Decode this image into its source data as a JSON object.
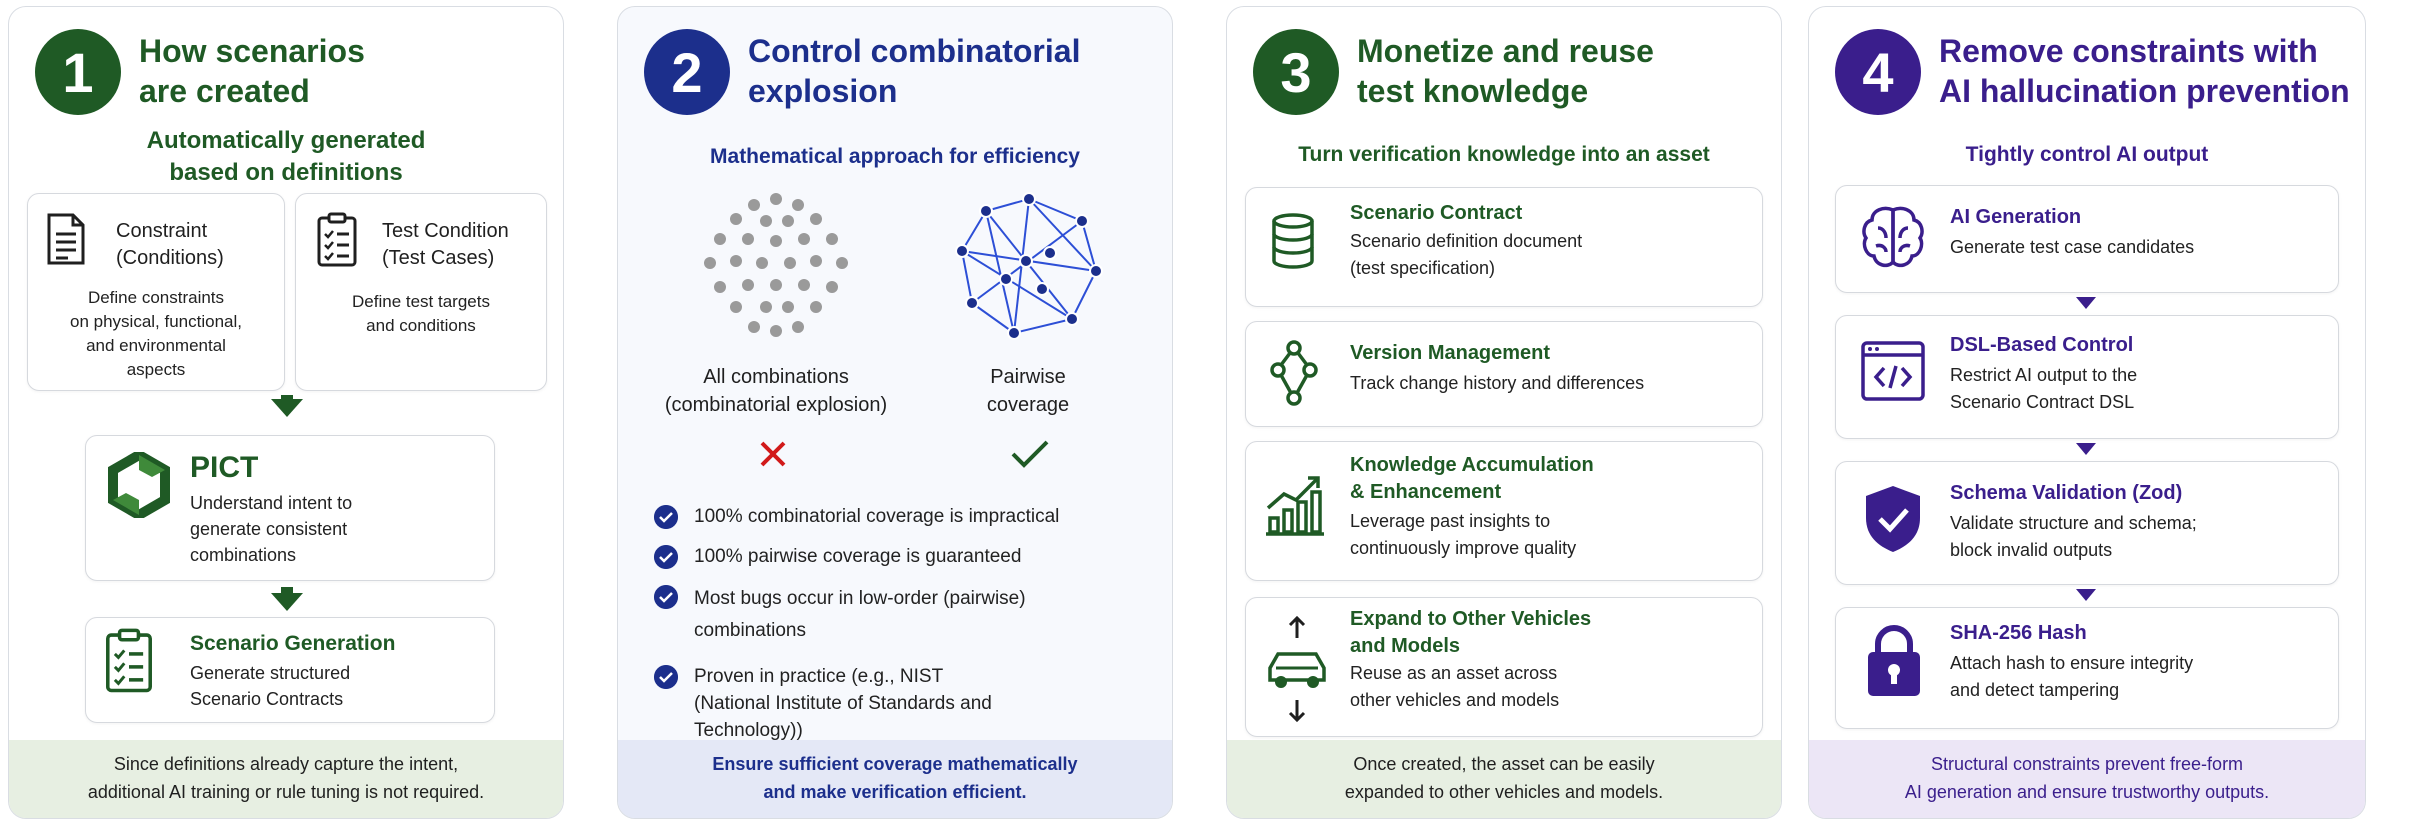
{
  "panels": [
    {
      "number": "1",
      "title_lines": [
        "How scenarios",
        "are created"
      ],
      "subtitle_lines": [
        "Automatically generated",
        "based on definitions"
      ],
      "cards": {
        "constraint": {
          "title_lines": [
            "Constraint",
            "(Conditions)"
          ],
          "desc_lines": [
            "Define constraints",
            "on physical, functional,",
            "and environmental",
            "aspects"
          ]
        },
        "test_condition": {
          "title_lines": [
            "Test Condition",
            "(Test Cases)"
          ],
          "desc_lines": [
            "Define test targets",
            "and conditions"
          ]
        },
        "pict": {
          "title": "PICT",
          "desc_lines": [
            "Understand intent to",
            "generate consistent",
            "combinations"
          ]
        },
        "scenario_generation": {
          "title": "Scenario Generation",
          "desc_lines": [
            "Generate structured",
            "Scenario Contracts"
          ]
        }
      },
      "footer_lines": [
        "Since definitions already capture the intent,",
        "additional AI training or rule tuning is not required."
      ]
    },
    {
      "number": "2",
      "title_lines": [
        "Control combinatorial",
        "explosion"
      ],
      "subtitle": "Mathematical approach for efficiency",
      "all_combinations_lines": [
        "All combinations",
        "(combinatorial explosion)"
      ],
      "pairwise_lines": [
        "Pairwise",
        "coverage"
      ],
      "checks": [
        [
          "100% combinatorial coverage is impractical"
        ],
        [
          "100% pairwise coverage is guaranteed"
        ],
        [
          "Most bugs occur in low-order (pairwise)",
          "combinations"
        ],
        [
          "Proven in practice (e.g., NIST",
          "(National Institute of Standards and",
          "Technology))"
        ]
      ],
      "footer_lines": [
        "Ensure sufficient coverage mathematically",
        "and make verification efficient."
      ]
    },
    {
      "number": "3",
      "title_lines": [
        "Monetize and reuse",
        "test knowledge"
      ],
      "subtitle": "Turn verification knowledge into an asset",
      "cards": [
        {
          "title_lines": [
            "Scenario Contract"
          ],
          "desc_lines": [
            "Scenario definition document",
            "(test specification)"
          ],
          "icon": "database-icon"
        },
        {
          "title_lines": [
            "Version Management"
          ],
          "desc_lines": [
            "Track change history and differences"
          ],
          "icon": "branch-icon"
        },
        {
          "title_lines": [
            "Knowledge Accumulation",
            "& Enhancement"
          ],
          "desc_lines": [
            "Leverage past insights to",
            "continuously improve quality"
          ],
          "icon": "growth-chart-icon"
        },
        {
          "title_lines": [
            "Expand to Other Vehicles",
            "and Models"
          ],
          "desc_lines": [
            "Reuse as an asset across",
            "other vehicles and models"
          ],
          "icon": "car-icon"
        }
      ],
      "footer_lines": [
        "Once created, the asset can be easily",
        "expanded to other vehicles and models."
      ]
    },
    {
      "number": "4",
      "title_lines": [
        "Remove constraints with",
        "AI hallucination prevention"
      ],
      "subtitle": "Tightly control AI output",
      "cards": [
        {
          "title": "AI Generation",
          "desc_lines": [
            "Generate test case candidates"
          ],
          "icon": "brain-icon"
        },
        {
          "title": "DSL-Based Control",
          "desc_lines": [
            "Restrict AI output to the",
            "Scenario Contract DSL"
          ],
          "icon": "code-window-icon"
        },
        {
          "title": "Schema Validation (Zod)",
          "desc_lines": [
            "Validate structure and schema;",
            "block invalid outputs"
          ],
          "icon": "shield-check-icon"
        },
        {
          "title": "SHA-256 Hash",
          "desc_lines": [
            "Attach hash to ensure integrity",
            "and detect tampering"
          ],
          "icon": "lock-icon"
        }
      ],
      "footer_lines": [
        "Structural constraints prevent free-form",
        "AI generation and ensure trustworthy outputs."
      ]
    }
  ],
  "colors": {
    "green": "#1f5a25",
    "blue": "#1c2f8c",
    "purple": "#3a1e8c",
    "red": "#d11a1a",
    "footer_green": "#e7efe2",
    "footer_blue": "#e4e8f6",
    "footer_purple": "#ece6f6"
  }
}
